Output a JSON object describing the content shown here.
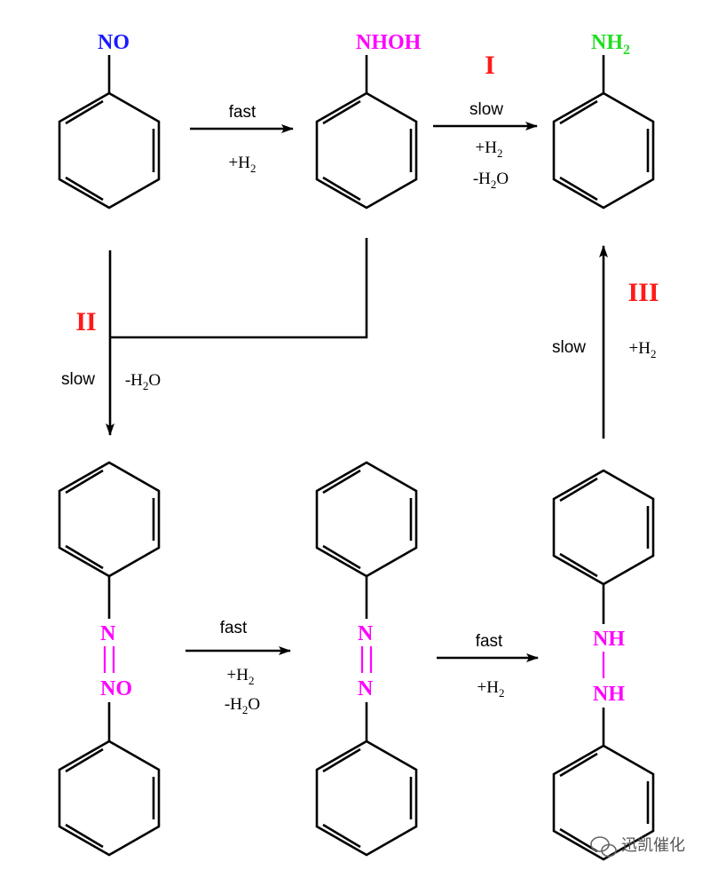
{
  "colors": {
    "blue": "#1a1aff",
    "magenta": "#ff00ff",
    "green": "#22dd22",
    "red": "#ff1a1a",
    "black": "#000000"
  },
  "compounds": {
    "nitroso": "NO",
    "hydroxylamine": "NHOH",
    "aniline_n": "NH",
    "aniline_sub": "2",
    "azoxy_n": "N",
    "azoxy_no": "NO",
    "azo_n1": "N",
    "azo_n2": "N",
    "hydrazo_nh1": "NH",
    "hydrazo_nh2": "NH"
  },
  "steps": {
    "route_I": "I",
    "route_II": "II",
    "route_III": "III",
    "step1_speed": "fast",
    "step1_reagent": "+H",
    "step1_reagent_sub": "2",
    "stepI_speed": "slow",
    "stepI_reagent": "+H",
    "stepI_reagent_sub": "2",
    "stepI_byproduct_a": "-H",
    "stepI_byproduct_sub": "2",
    "stepI_byproduct_b": "O",
    "stepII_speed": "slow",
    "stepII_byproduct_a": "-H",
    "stepII_byproduct_sub": "2",
    "stepII_byproduct_b": "O",
    "step4_speed": "fast",
    "step4_reagent": "+H",
    "step4_reagent_sub": "2",
    "step4_byproduct_a": "-H",
    "step4_byproduct_sub": "2",
    "step4_byproduct_b": "O",
    "step5_speed": "fast",
    "step5_reagent": "+H",
    "step5_reagent_sub": "2",
    "stepIII_speed": "slow",
    "stepIII_reagent": "+H",
    "stepIII_reagent_sub": "2"
  },
  "watermark": {
    "icon": "wechat-icon",
    "text": "迅凯催化"
  }
}
